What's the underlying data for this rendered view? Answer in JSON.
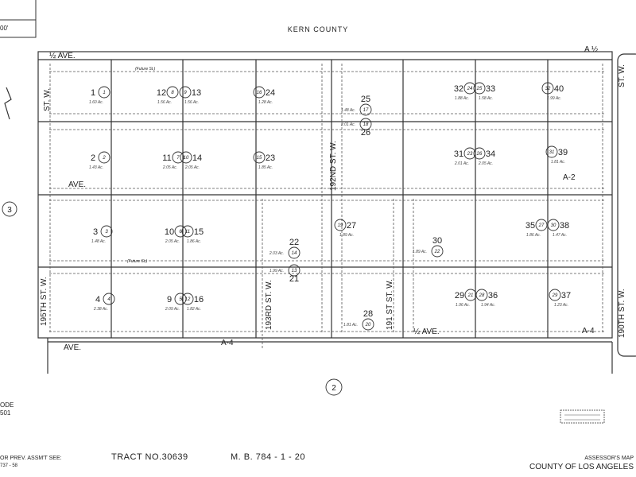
{
  "header": {
    "county_label": "KERN COUNTY",
    "scale_fragment": "00'"
  },
  "streets": {
    "top_ave": "½ AVE.",
    "top_right": "A ½",
    "st_195th": "195TH ST. W.",
    "st_192nd": "192ND ST. W.",
    "st_193rd": "193RD ST. W.",
    "st_191st": "191 ST ST. W.",
    "st_190th": "190TH ST. W.",
    "right_st_w": "ST. W.",
    "mid_ave": "AVE.",
    "bottom_ave_left": "AVE.",
    "bottom_half_ave": "½ AVE.",
    "future_st": "(Future St.)",
    "zone_a2": "A-2",
    "zone_a4_left": "A-4",
    "zone_a4_right": "A-4"
  },
  "map_refs": {
    "left_circle": "3",
    "bottom_circle": "2"
  },
  "lots": [
    {
      "lot": "1",
      "parcel": "1",
      "acres": "1.60 Ac."
    },
    {
      "lot": "12",
      "parcel": "8",
      "acres": "1.56 Ac."
    },
    {
      "lot": "13",
      "parcel": "9",
      "acres": "1.56 Ac."
    },
    {
      "lot": "24",
      "parcel": "16",
      "acres": "1.28 Ac."
    },
    {
      "lot": "25",
      "parcel": "17",
      "acres": "1.48 Ac."
    },
    {
      "lot": "26",
      "parcel": "18",
      "acres": "2.01 Ac."
    },
    {
      "lot": "32",
      "parcel": "24",
      "acres": "1.88 Ac."
    },
    {
      "lot": "33",
      "parcel": "25",
      "acres": "1.58 Ac."
    },
    {
      "lot": "40",
      "parcel": "32",
      "acres": "1.99 Ac."
    },
    {
      "lot": "2",
      "parcel": "2",
      "acres": "1.43 Ac."
    },
    {
      "lot": "11",
      "parcel": "7",
      "acres": "2.05 Ac."
    },
    {
      "lot": "14",
      "parcel": "10",
      "acres": "2.05 Ac."
    },
    {
      "lot": "23",
      "parcel": "15",
      "acres": "1.85 Ac."
    },
    {
      "lot": "31",
      "parcel": "23",
      "acres": "2.01 Ac."
    },
    {
      "lot": "34",
      "parcel": "26",
      "acres": "2.05 Ac."
    },
    {
      "lot": "39",
      "parcel": "31",
      "acres": "1.81 Ac."
    },
    {
      "lot": "3",
      "parcel": "3",
      "acres": "1.48 Ac."
    },
    {
      "lot": "10",
      "parcel": "6",
      "acres": "2.05 Ac."
    },
    {
      "lot": "15",
      "parcel": "11",
      "acres": "1.86 Ac."
    },
    {
      "lot": "22",
      "parcel": "14",
      "acres": "2.03 Ac."
    },
    {
      "lot": "27",
      "parcel": "19",
      "acres": "1.89 Ac."
    },
    {
      "lot": "30",
      "parcel": "22",
      "acres": "1.89 Ac."
    },
    {
      "lot": "35",
      "parcel": "27",
      "acres": "1.86 Ac."
    },
    {
      "lot": "38",
      "parcel": "30",
      "acres": "1.47 Ac."
    },
    {
      "lot": "4",
      "parcel": "4",
      "acres": "2.38 Ac."
    },
    {
      "lot": "9",
      "parcel": "5",
      "acres": "2.09 Ac."
    },
    {
      "lot": "16",
      "parcel": "12",
      "acres": "1.82 Ac."
    },
    {
      "lot": "21",
      "parcel": "13",
      "acres": "1.99 Ac."
    },
    {
      "lot": "28",
      "parcel": "20",
      "acres": "1.81 Ac."
    },
    {
      "lot": "29",
      "parcel": "21",
      "acres": "1.96 Ac."
    },
    {
      "lot": "36",
      "parcel": "28",
      "acres": "1.94 Ac."
    },
    {
      "lot": "37",
      "parcel": "29",
      "acres": "1.23 Ac."
    }
  ],
  "footer": {
    "school_fragment": "ODE",
    "code_fragment": "501",
    "prev_assmt": "OR PREV. ASSM'T SEE:",
    "prev_ref": "737 - 58",
    "tract": "TRACT  NO.30639",
    "map_book": "M. B. 784 - 1 - 20",
    "assessor_map": "ASSESSOR'S MAP",
    "county": "COUNTY OF LOS ANGELES"
  }
}
